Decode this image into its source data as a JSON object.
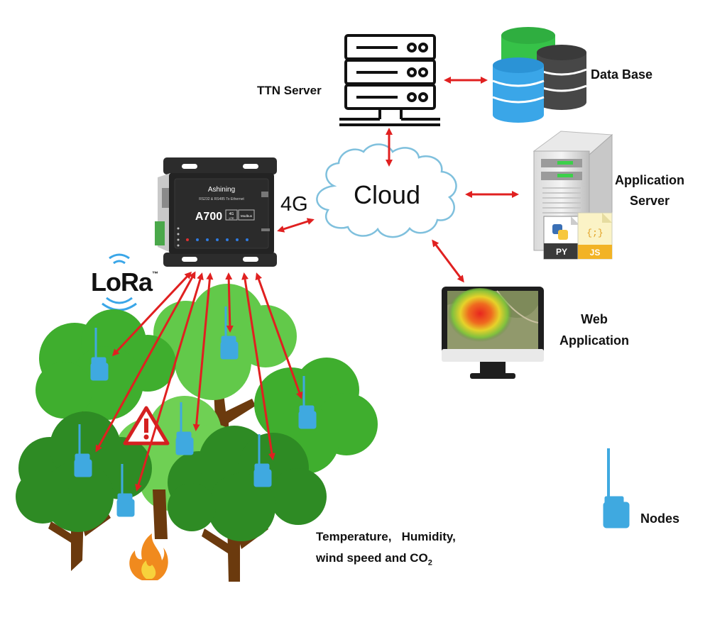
{
  "labels": {
    "ttn_server": "TTN Server",
    "data_base": "Data Base",
    "application_server_line1": "Application",
    "application_server_line2": "Server",
    "web_application_line1": "Web",
    "web_application_line2": "Application",
    "cloud": "Cloud",
    "link_4g": "4G",
    "lora": "LoRa",
    "lora_tm": "™",
    "nodes": "Nodes",
    "sensors_line1": "Temperature,   Humidity,",
    "sensors_line2_prefix": "wind speed and CO",
    "sensors_line2_sub": "2"
  },
  "gateway": {
    "brand": "Ashining",
    "model": "A700",
    "subtitle": "RS232 & RS485 To Ethernet",
    "badge1": "4G",
    "badge2": "LTE",
    "badge3": "Modbus"
  },
  "app_server_badges": {
    "python": "PY",
    "js": "JS",
    "js_symbol": "{;}"
  },
  "colors": {
    "arrow_red": "#e02020",
    "tree_dark": "#2e8b24",
    "tree_mid": "#3fae2e",
    "tree_light": "#62c94a",
    "trunk_dark": "#6b3a0e",
    "trunk_mid": "#8a5a2b",
    "node_blue": "#3fa9e0",
    "db_green": "#36c248",
    "db_blue": "#3aa6e8",
    "db_dark": "#444444",
    "cloud_stroke": "#7fc0dd"
  }
}
